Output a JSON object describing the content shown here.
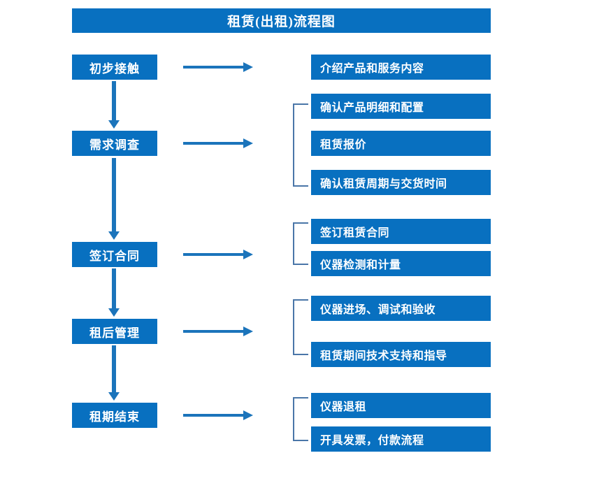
{
  "diagram": {
    "title": "租赁(出租)流程图",
    "colors": {
      "box_fill": "#0870c0",
      "box_text": "#ffffff",
      "arrow": "#1b74bb",
      "bracket": "#4a76a8",
      "background": "#ffffff"
    },
    "stages": [
      {
        "id": "stage-1",
        "label": "初步接触"
      },
      {
        "id": "stage-2",
        "label": "需求调查"
      },
      {
        "id": "stage-3",
        "label": "签订合同"
      },
      {
        "id": "stage-4",
        "label": "租后管理"
      },
      {
        "id": "stage-5",
        "label": "租期结束"
      }
    ],
    "details": [
      {
        "id": "detail-1",
        "label": "介绍产品和服务内容"
      },
      {
        "id": "detail-2",
        "label": "确认产品明细和配置"
      },
      {
        "id": "detail-3",
        "label": "租赁报价"
      },
      {
        "id": "detail-4",
        "label": "确认租赁周期与交货时间"
      },
      {
        "id": "detail-5",
        "label": "签订租赁合同"
      },
      {
        "id": "detail-6",
        "label": "仪器检测和计量"
      },
      {
        "id": "detail-7",
        "label": "仪器进场、调试和验收"
      },
      {
        "id": "detail-8",
        "label": "租赁期间技术支持和指导"
      },
      {
        "id": "detail-9",
        "label": "仪器退租"
      },
      {
        "id": "detail-10",
        "label": "开具发票，付款流程"
      }
    ]
  }
}
